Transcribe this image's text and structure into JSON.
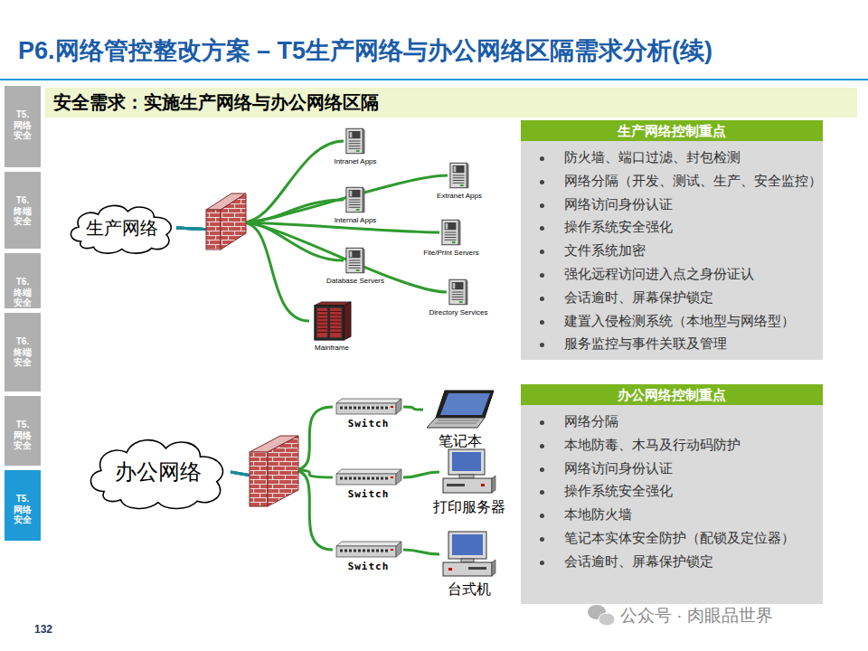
{
  "diagram": {
    "title": "P6.网络管控整改方案 – T5生产网络与办公网络区隔需求分析(续)",
    "nodes": [
      {
        "text": [
          "T5. 网络 安全"
        ]
      },
      {
        "text": [
          "T6. 终端 安全"
        ]
      },
      {
        "text": [
          "T6. 终端 安全"
        ]
      },
      {
        "text": [
          "T6. 终端 安全"
        ]
      },
      {
        "text": [
          "T5. 网络 安全"
        ]
      },
      {
        "text": [
          "T5. 网络 安全"
        ]
      },
      {
        "text": [
          "安全需求：实施生产网络与办公网络区隔"
        ]
      },
      {
        "text": [
          "生产网络"
        ]
      },
      {
        "text": [
          "Intranet Apps"
        ]
      },
      {
        "text": [
          "Extranet Apps"
        ]
      },
      {
        "text": [
          "Internal Apps"
        ]
      },
      {
        "text": [
          "File/Print Servers"
        ]
      },
      {
        "text": [
          "Database Servers"
        ]
      },
      {
        "text": [
          "Directory Services"
        ]
      },
      {
        "text": [
          "Mainframe"
        ]
      },
      {
        "text": [
          "生产网络控制重点",
          "防火墙、端口过滤、封包检测",
          "网络分隔（开发、测试、生产、安全监控）",
          "网络访问身份认证",
          "操作系统安全强化",
          "文件系统加密",
          "强化远程访问进入点之身份证认",
          "会话逾时、屏幕保护锁定",
          "建置入侵检测系统（本地型与网络型）",
          "服务监控与事件关联及管理"
        ]
      },
      {
        "text": [
          "办公网络"
        ]
      },
      {
        "text": [
          "Switch"
        ]
      },
      {
        "text": [
          "Switch"
        ]
      },
      {
        "text": [
          "Switch"
        ]
      },
      {
        "text": [
          "笔记本"
        ]
      },
      {
        "text": [
          "打印服务器"
        ]
      },
      {
        "text": [
          "台式机"
        ]
      },
      {
        "text": [
          "办公网络控制重点",
          "网络分隔",
          "本地防毒、木马及行动码防护",
          "网络访问身份认证",
          "操作系统安全强化",
          "本地防火墙",
          "笔记本实体安全防护（配锁及定位器）",
          "会话逾时、屏幕保护锁定"
        ]
      }
    ],
    "edges": [
      {
        "from": 7,
        "to": 8,
        "arrow": "none"
      },
      {
        "from": 7,
        "to": 9,
        "arrow": "none"
      },
      {
        "from": 7,
        "to": 10,
        "arrow": "none"
      },
      {
        "from": 7,
        "to": 11,
        "arrow": "none"
      },
      {
        "from": 7,
        "to": 12,
        "arrow": "none"
      },
      {
        "from": 7,
        "to": 13,
        "arrow": "none"
      },
      {
        "from": 7,
        "to": 14,
        "arrow": "none"
      },
      {
        "from": 16,
        "to": 17,
        "arrow": "none"
      },
      {
        "from": 16,
        "to": 18,
        "arrow": "none"
      },
      {
        "from": 16,
        "to": 19,
        "arrow": "none"
      },
      {
        "from": 17,
        "to": 20,
        "arrow": "none"
      },
      {
        "from": 18,
        "to": 21,
        "arrow": "none"
      },
      {
        "from": 19,
        "to": 22,
        "arrow": "none"
      }
    ],
    "labels": [
      "132",
      "公众号 · 肉眼品世界"
    ]
  }
}
